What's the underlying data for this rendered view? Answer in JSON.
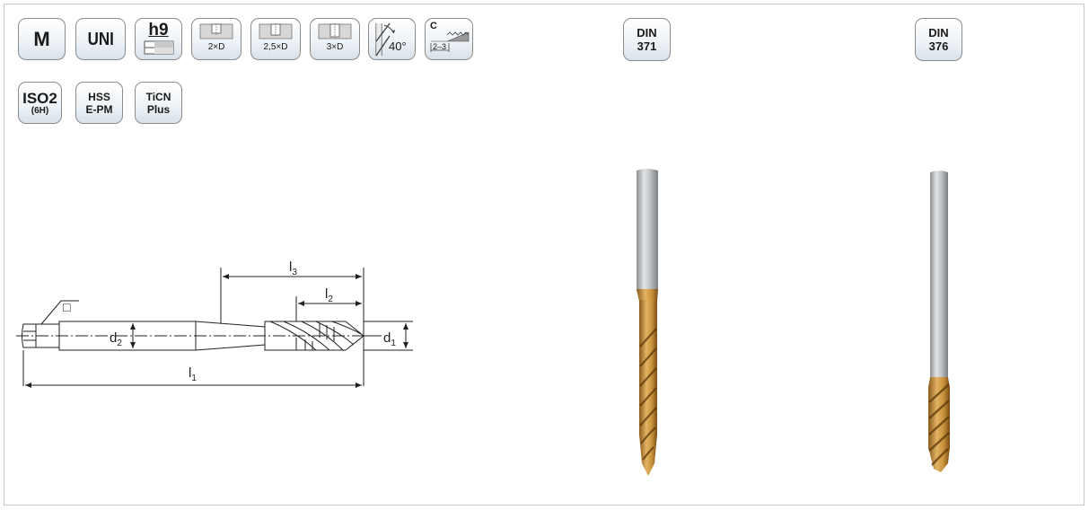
{
  "badges": {
    "m": "M",
    "uni": "UNI",
    "h9": "h9",
    "depth_1": "2×D",
    "depth_2": "2,5×D",
    "depth_3": "3×D",
    "helix_angle": "40°",
    "chamfer_form": "C",
    "chamfer_threads": "2–3",
    "iso_class_top": "ISO2",
    "iso_class_sub": "(6H)",
    "material_line1": "HSS",
    "material_line2": "E-PM",
    "coating_line1": "TiCN",
    "coating_line2": "Plus"
  },
  "drawing": {
    "l1": "l",
    "l1_sub": "1",
    "l2": "l",
    "l2_sub": "2",
    "l3": "l",
    "l3_sub": "3",
    "d1": "d",
    "d1_sub": "1",
    "d2": "d",
    "d2_sub": "2",
    "square_symbol": "□"
  },
  "products": [
    {
      "standard_line1": "DIN",
      "standard_line2": "371"
    },
    {
      "standard_line1": "DIN",
      "standard_line2": "376"
    }
  ],
  "colors": {
    "badge_border": "#8c8c8c",
    "shank_gray": "#b9bcbf",
    "coating_gold": "#c8923a"
  }
}
